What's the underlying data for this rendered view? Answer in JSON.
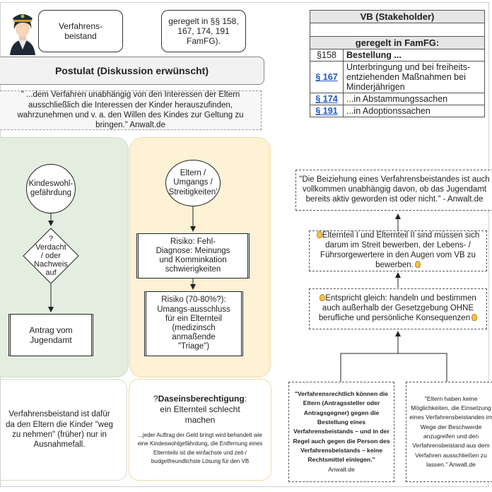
{
  "top": {
    "verfahrensbeistand": "Verfahrens-\nbeistand",
    "geregelt": "geregelt in §§ 158,\n167, 174, 191\nFamFG).",
    "postulat": "Postulat (Diskussion erwünscht)",
    "quote": "\" ...dem Verfahren unabhängig von den Interessen der Eltern ausschließlich die Interessen der Kinder herauszufinden, wahrzunehmen und v. a. den Willen des Kindes zur Geltung zu bringen.\" Anwalt.de"
  },
  "table": {
    "title": "VB (Stakeholder)",
    "subtitle": "geregelt in FamFG:",
    "rows": [
      {
        "para": "§158",
        "text": "Bestellung ..."
      },
      {
        "para": "§ 167",
        "text": "Unterbringung und bei freiheits-entziehenden Maßnahmen bei Minderjährigen"
      },
      {
        "para": "§ 174",
        "text": "...in Abstammungssachen"
      },
      {
        "para": "§ 191",
        "text": "...in Adoptionssachen"
      }
    ]
  },
  "green": {
    "circle": "Kindeswohl-\ngefährdung",
    "diamond": "?\nVerdacht\n/ oder\nNachweis\nauf",
    "antrag": "Antrag vom\nJugendamt",
    "below": "Verfahrensbeistand ist dafür\nda den Eltern die Kinder \"weg\nzu nehmen\" (früher) nur in\nAusnahmefall."
  },
  "yellow": {
    "circle": "Eltern /\nUmgangs /\nStreitigkeiten'",
    "risk1": "Risiko: Fehl-\nDiagnose: Meinungs\nund Komminkation\nschwierigkeiten",
    "risk2": "Risiko (70-80%?):\nUmangs-ausschluss\nfür ein Elternteil\n(medizinsch\nanmaßende\n\"Triage\")",
    "below_q": "?",
    "below_bold": "Daseinsberechtigung",
    "below_rest": ":\nein Elternteil schlecht\nmachen",
    "below_small": "...jeder Auftrag der Geld bringt wird behandelt wie eine Kindeswohlgefährdung, die Entfernung eines Elternteils ist die einfachste und zeit-/ budgetfreundlichste Lösung für den VB"
  },
  "right": {
    "quote1": "\"Die Beiziehung eines Verfahrensbeistandes ist auch vollkommen unabhängig davon, ob das Jugendamt bereits aktiv geworden ist oder nicht.\" - Anwalt.de",
    "box2": "Elternteil I und Elternteil II sind müssen sich darum im Streit bewerben, der Lebens- / Führsorgewertere in den Augen vom VB zu bewerben.",
    "box3": "Entspricht gleich: handeln und bestimmen auch außerhalb der Gesetzgebung OHNE berufliche und persönliche Konsequenzen",
    "left_bold": "\"Verfahrensrechtlich können die Eltern (Antragssteller oder Antragsgegner) gegen die Bestellung eines Verfahrensbeistands – und in der Regel auch gegen die Person des Verfahrensbeistands – keine Rechtsmittel einlegen.\"",
    "left_src": "Anwalt.de",
    "right_quote": "\"Eltern haben keine Möglichkeiten, die Einsetzung eines Verfahrensbeistandes im Wege der Beschwerde anzugreifen und den Verfahrensbeistand aus dem Verfahren ausschließen zu lassen.\" Anwalt.de"
  },
  "colors": {
    "green_zone": "#e4eee0",
    "yellow_zone": "#fdf1d6",
    "link": "#1a56c9",
    "bulb": "#f3c24b"
  }
}
